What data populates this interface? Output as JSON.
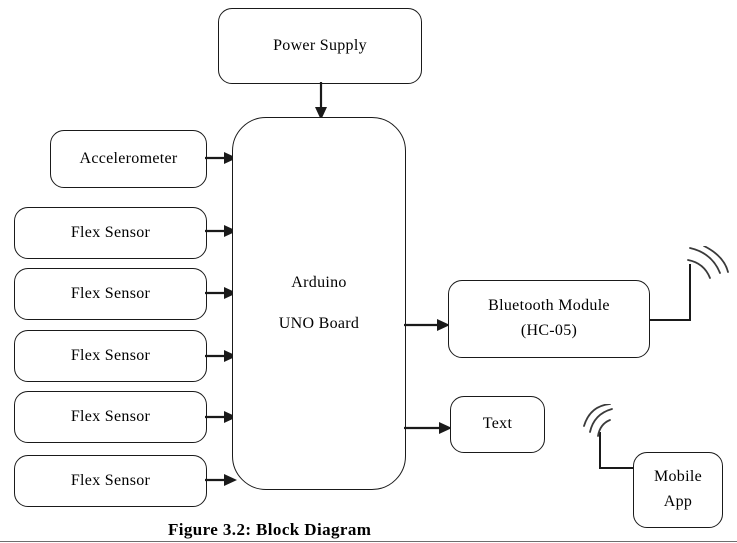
{
  "figure": {
    "caption": "Figure  3.2:  Block Diagram",
    "stroke_color": "#1a1a1a",
    "background_color": "#ffffff"
  },
  "nodes": {
    "power_supply": {
      "label": "Power  Supply"
    },
    "accelerometer": {
      "label": "Accelerometer"
    },
    "flex_sensor_1": {
      "label": "Flex Sensor"
    },
    "flex_sensor_2": {
      "label": "Flex Sensor"
    },
    "flex_sensor_3": {
      "label": "Flex Sensor"
    },
    "flex_sensor_4": {
      "label": "Flex Sensor"
    },
    "flex_sensor_5": {
      "label": "Flex Sensor"
    },
    "arduino": {
      "label_line1": "Arduino",
      "label_line2": "UNO  Board"
    },
    "bluetooth": {
      "label_line1": "Bluetooth Module",
      "label_line2": "(HC-05)"
    },
    "text_output": {
      "label": "Text"
    },
    "mobile_app": {
      "label_line1": "Mobile",
      "label_line2": "App"
    }
  },
  "connections": [
    {
      "from": "power_supply",
      "to": "arduino",
      "direction": "down"
    },
    {
      "from": "accelerometer",
      "to": "arduino",
      "direction": "right"
    },
    {
      "from": "flex_sensor_1",
      "to": "arduino",
      "direction": "right"
    },
    {
      "from": "flex_sensor_2",
      "to": "arduino",
      "direction": "right"
    },
    {
      "from": "flex_sensor_3",
      "to": "arduino",
      "direction": "right"
    },
    {
      "from": "flex_sensor_4",
      "to": "arduino",
      "direction": "right"
    },
    {
      "from": "flex_sensor_5",
      "to": "arduino",
      "direction": "right"
    },
    {
      "from": "arduino",
      "to": "bluetooth",
      "direction": "right"
    },
    {
      "from": "arduino",
      "to": "text_output",
      "direction": "right"
    },
    {
      "from": "bluetooth",
      "to": "antenna_bluetooth",
      "direction": "right"
    },
    {
      "from": "antenna_mobile",
      "to": "mobile_app",
      "direction": "right"
    }
  ]
}
